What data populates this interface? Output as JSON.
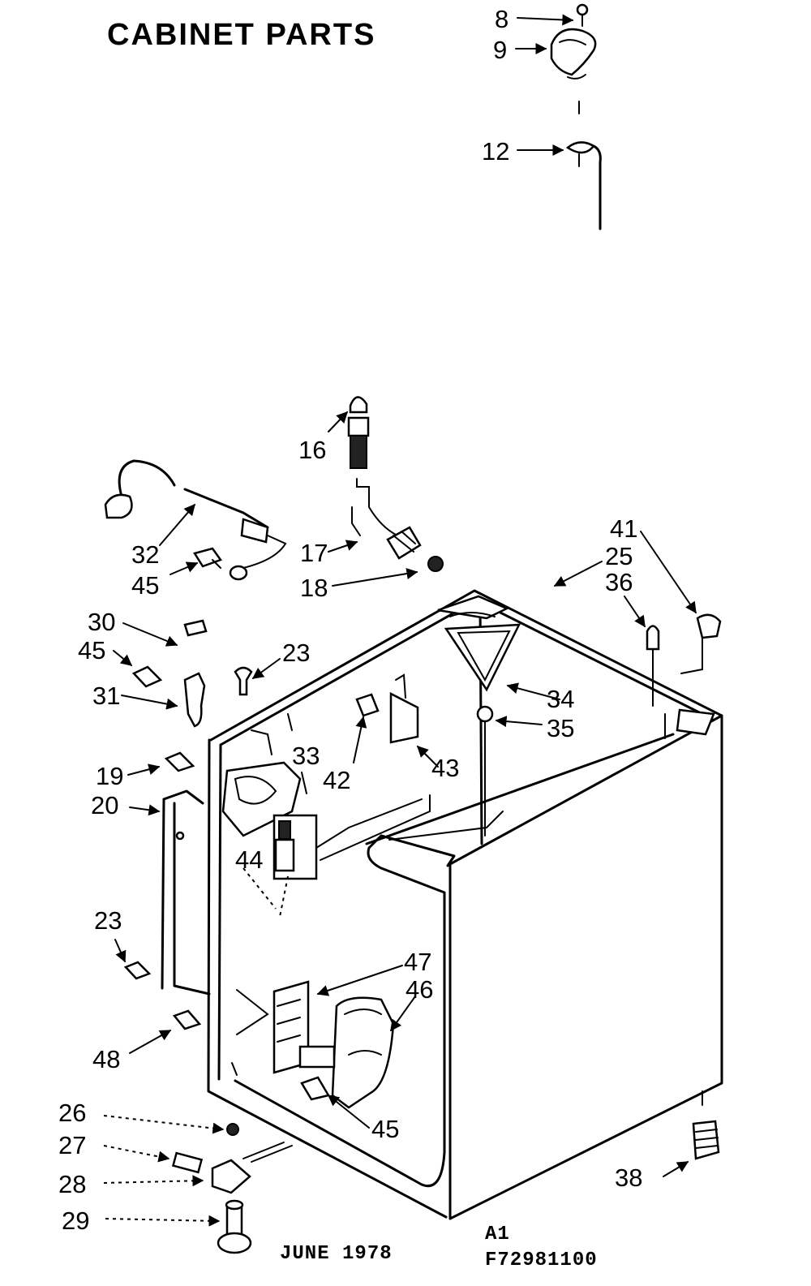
{
  "title": "CABINET PARTS",
  "footer": {
    "date": "JUNE 1978",
    "code_line1": "A1",
    "code_line2": "F72981100"
  },
  "callouts": {
    "c8": "8",
    "c9": "9",
    "c12": "12",
    "c16": "16",
    "c17": "17",
    "c18": "18",
    "c19": "19",
    "c20": "20",
    "c23a": "23",
    "c23b": "23",
    "c25": "25",
    "c26": "26",
    "c27": "27",
    "c28": "28",
    "c29": "29",
    "c30": "30",
    "c31": "31",
    "c32": "32",
    "c33": "33",
    "c34": "34",
    "c35": "35",
    "c36": "36",
    "c38": "38",
    "c41": "41",
    "c42": "42",
    "c43": "43",
    "c44": "44",
    "c45a": "45",
    "c45b": "45",
    "c45c": "45",
    "c46": "46",
    "c47": "47",
    "c48": "48"
  }
}
